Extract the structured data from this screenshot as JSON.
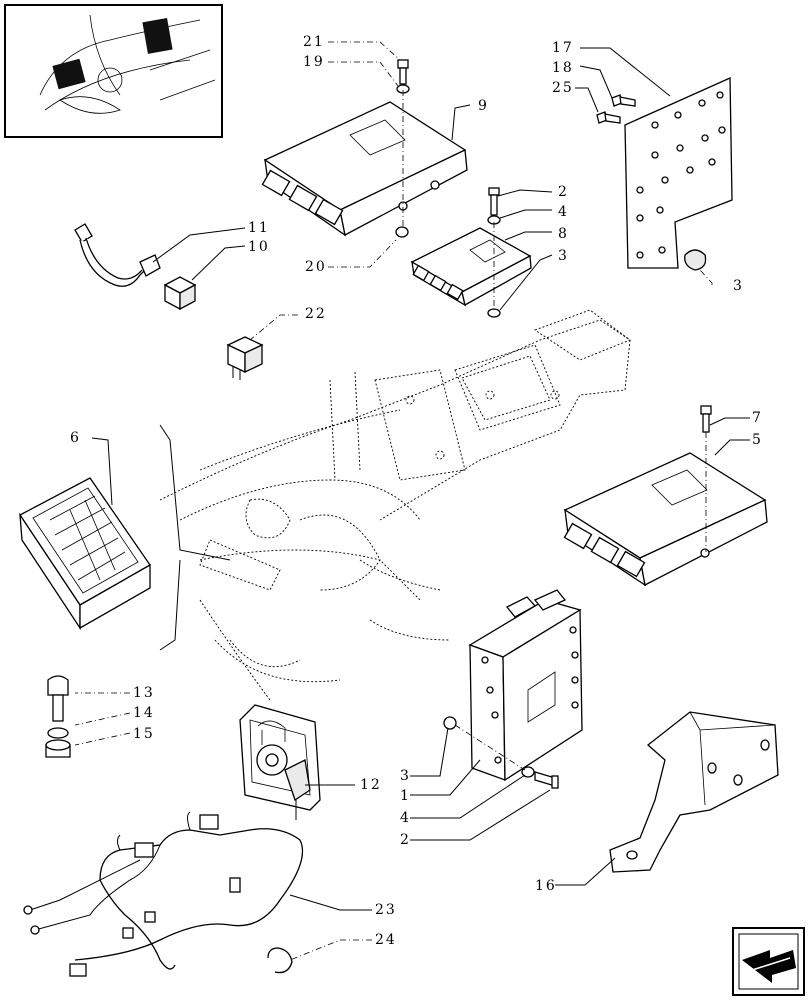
{
  "callouts": [
    "21",
    "19",
    "9",
    "17",
    "18",
    "25",
    "2",
    "4",
    "8",
    "3",
    "11",
    "10",
    "20",
    "22",
    "7",
    "5",
    "6",
    "13",
    "14",
    "15",
    "12",
    "3",
    "1",
    "4",
    "2",
    "16",
    "23",
    "24"
  ],
  "colors": {
    "line": "#000000",
    "part_fill": "#ffffff",
    "shade": "#eaeaea"
  },
  "icons": {
    "nav": "arrow-icon"
  }
}
